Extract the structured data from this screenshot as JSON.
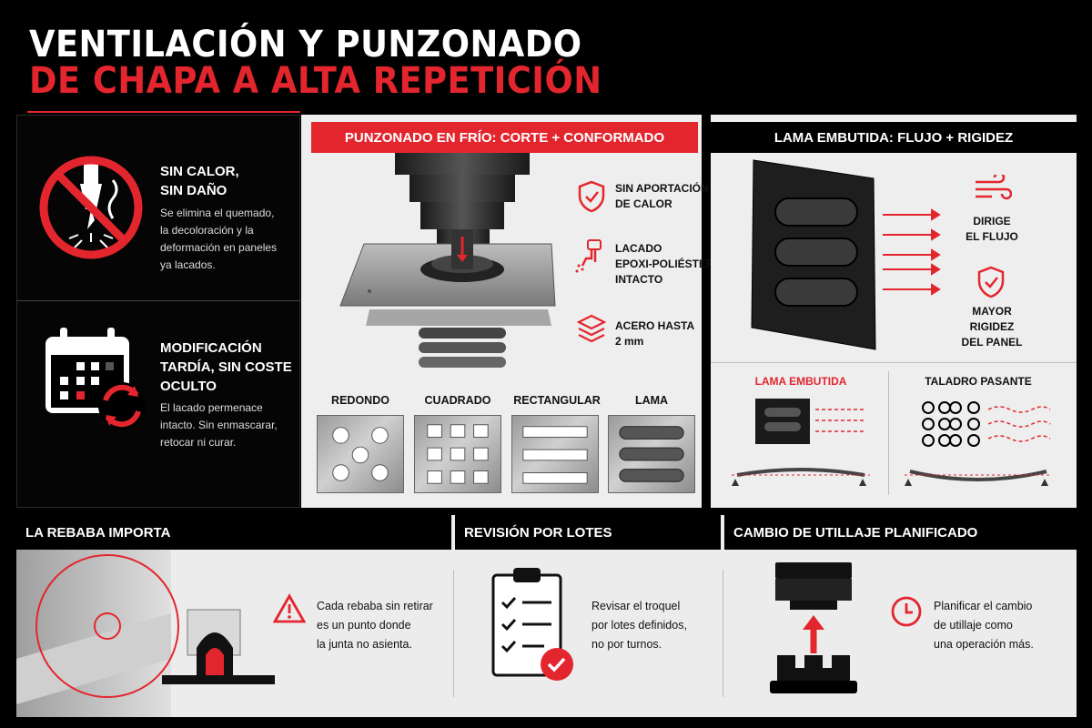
{
  "title": {
    "line1": "VENTILACIÓN Y PUNZONADO",
    "line2": "DE CHAPA A ALTA REPETICIÓN"
  },
  "left": {
    "block1": {
      "heading1": "SIN CALOR,",
      "heading2": "SIN DAÑO",
      "lines": [
        "Se elimina el quemado,",
        "la decoloración y la",
        "deformación en paneles",
        "ya lacados."
      ]
    },
    "block2": {
      "heading1": "MODIFICACIÓN",
      "heading2": "TARDÍA, SIN COSTE",
      "heading3": "OCULTO",
      "lines": [
        "El lacado permenace",
        "intacto. Sin enmascarar,",
        "retocar ni curar."
      ]
    }
  },
  "center": {
    "band": "PUNZONADO EN FRÍO: CORTE + CONFORMADO",
    "features": [
      {
        "line1": "SIN APORTACIÓN",
        "line2": "DE CALOR"
      },
      {
        "line1": "LACADO",
        "line2": "EPOXI-POLIÉSTER",
        "line3": "INTACTO"
      },
      {
        "line1": "ACERO HASTA",
        "line2": "2 mm"
      }
    ],
    "shapes": [
      "REDONDO",
      "CUADRADO",
      "RECTANGULAR",
      "LAMA"
    ]
  },
  "right": {
    "band": "LAMA EMBUTIDA: FLUJO + RIGIDEZ",
    "flow": {
      "line1": "DIRIGE",
      "line2": "EL FLUJO"
    },
    "rigidity": {
      "line1": "MAYOR",
      "line2": "RIGIDEZ",
      "line3": "DEL PANEL"
    },
    "compare_left": "LAMA EMBUTIDA",
    "compare_right": "TALADRO PASANTE"
  },
  "bottom": {
    "col1": {
      "band": "LA REBABA IMPORTA",
      "lines": [
        "Cada rebaba sin retirar",
        "es un punto donde",
        "la junta no asienta."
      ]
    },
    "col2": {
      "band": "REVISIÓN POR LOTES",
      "lines": [
        "Revisar el troquel",
        "por lotes definidos,",
        "no por turnos."
      ]
    },
    "col3": {
      "band": "CAMBIO DE UTILLAJE PLANIFICADO",
      "lines": [
        "Planificar el cambio",
        "de utillaje como",
        "una operación más."
      ]
    }
  },
  "colors": {
    "accent": "#e3262e",
    "dark": "#000000",
    "panel": "#eeeeee"
  }
}
